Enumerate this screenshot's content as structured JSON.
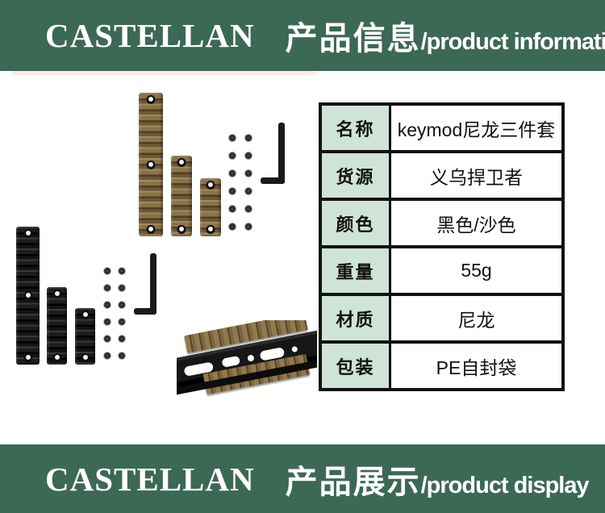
{
  "brand": "CASTELLAN",
  "header": {
    "title_cn": "产品信息",
    "title_en": "/product information"
  },
  "footer": {
    "title_cn": "产品展示",
    "title_en": "/product display"
  },
  "spec_table": {
    "rows": [
      {
        "label": "名称",
        "value": "keymod尼龙三件套"
      },
      {
        "label": "货源",
        "value": "义乌捍卫者"
      },
      {
        "label": "颜色",
        "value": "黑色/沙色"
      },
      {
        "label": "重量",
        "value": "55g"
      },
      {
        "label": "材质",
        "value": "尼龙"
      },
      {
        "label": "包装",
        "value": "PE自封袋"
      }
    ]
  },
  "images": {
    "tan_set_icon": "tan-keymod-rail-cover-set",
    "black_set_icon": "black-keymod-rail-cover-set",
    "installed_icon": "rail-covers-installed-on-handguard"
  },
  "colors": {
    "bar_green": "#3c6856",
    "table_label_mint": "#cfe3d8",
    "table_border_black": "#111111",
    "product_tan": "#8a7349",
    "product_black": "#1b1b1b",
    "background": "#ffffff"
  }
}
